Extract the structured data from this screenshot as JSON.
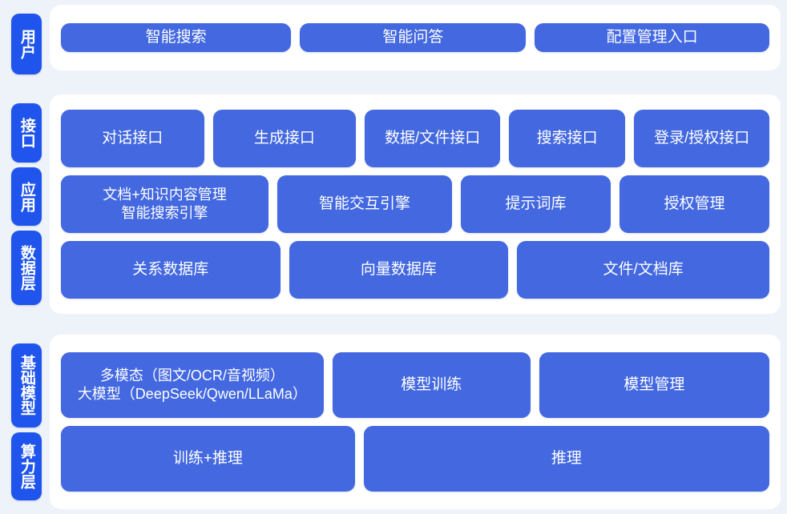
{
  "colors": {
    "background": "#eef2f9",
    "panel": "#ffffff",
    "tab_blue": "#1f55ec",
    "node_blue": "#4368e0",
    "text_on_blue": "#ffffff"
  },
  "bands": [
    {
      "id": "user",
      "tabs": [
        "用户"
      ],
      "rows": [
        {
          "id": "user-row",
          "nodes": [
            "智能搜索",
            "智能问答",
            "配置管理入口"
          ]
        }
      ]
    },
    {
      "id": "core",
      "tabs": [
        "接口",
        "应用",
        "数据层"
      ],
      "rows": [
        {
          "id": "interface-row",
          "nodes": [
            "对话接口",
            "生成接口",
            "数据/文件接口",
            "搜索接口",
            "登录/授权接口"
          ]
        },
        {
          "id": "application-row",
          "nodes": [
            "文档+知识内容管理\n智能搜索引擎",
            "智能交互引擎",
            "提示词库",
            "授权管理"
          ]
        },
        {
          "id": "data-row",
          "nodes": [
            "关系数据库",
            "向量数据库",
            "文件/文档库"
          ]
        }
      ]
    },
    {
      "id": "infra",
      "tabs": [
        "基础模型",
        "算力层"
      ],
      "rows": [
        {
          "id": "model-row",
          "nodes": [
            "多模态（图文/OCR/音视频）\n大模型（DeepSeek/Qwen/LLaMa）",
            "模型训练",
            "模型管理"
          ]
        },
        {
          "id": "compute-row",
          "nodes": [
            "训练+推理",
            "推理"
          ]
        }
      ]
    }
  ]
}
